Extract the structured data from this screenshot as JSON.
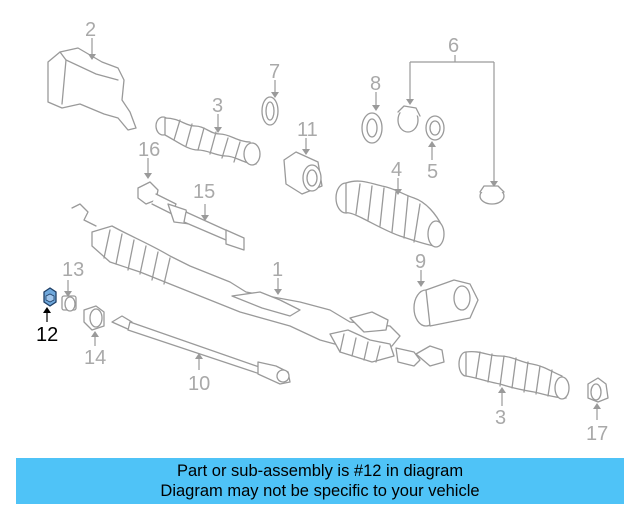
{
  "callouts": {
    "c1": "1",
    "c2": "2",
    "c3a": "3",
    "c3b": "3",
    "c4": "4",
    "c5": "5",
    "c6": "6",
    "c7": "7",
    "c8": "8",
    "c9": "9",
    "c10": "10",
    "c11": "11",
    "c12": "12",
    "c13": "13",
    "c14": "14",
    "c15": "15",
    "c16": "16",
    "c17": "17"
  },
  "highlighted_part": "12",
  "colors": {
    "banner": "#4fc3f7",
    "highlight": "#6fa8dc",
    "lines": "#9a9a9a",
    "labels": "#a9a9a9"
  },
  "banner": {
    "line1": "Part or sub-assembly is #12 in diagram",
    "line2": "Diagram may not be specific to your vehicle"
  }
}
